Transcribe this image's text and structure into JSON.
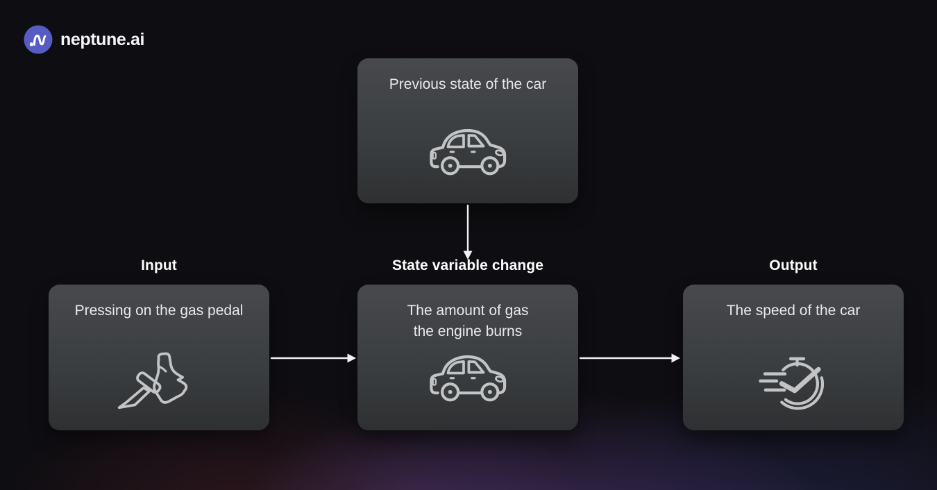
{
  "brand": {
    "name": "neptune.ai",
    "logo_icon": "neptune-wave-icon",
    "logo_background": "#575CC5"
  },
  "diagram": {
    "previous_state": {
      "text": "Previous state of the car",
      "icon": "car-icon"
    },
    "input": {
      "label": "Input",
      "text": "Pressing on the gas pedal",
      "icon": "gas-pedal-icon"
    },
    "state_variable_change": {
      "label": "State variable change",
      "text_line1": "The amount of gas",
      "text_line2": "the engine burns",
      "icon": "car-icon"
    },
    "output": {
      "label": "Output",
      "text": "The speed of the car",
      "icon": "stopwatch-check-icon"
    },
    "arrows": [
      {
        "name": "arrow-down",
        "from": "previous_state",
        "to": "state_variable_change"
      },
      {
        "name": "arrow-right-1",
        "from": "input",
        "to": "state_variable_change"
      },
      {
        "name": "arrow-right-2",
        "from": "state_variable_change",
        "to": "output"
      }
    ]
  },
  "colors": {
    "background": "#0E0D11",
    "glow_purple": "#744CA3",
    "glow_maroon": "#782E3A",
    "glow_indigo": "#3E4496",
    "card_gradient_top": "#47494C",
    "card_gradient_bottom": "#2E3032",
    "card_text": "#E8E9EB",
    "label_text": "#FCFCFD",
    "icon_stroke": "#C2C4C6",
    "arrow": "#F1F1F3",
    "logo_circle": "#575CC5"
  }
}
